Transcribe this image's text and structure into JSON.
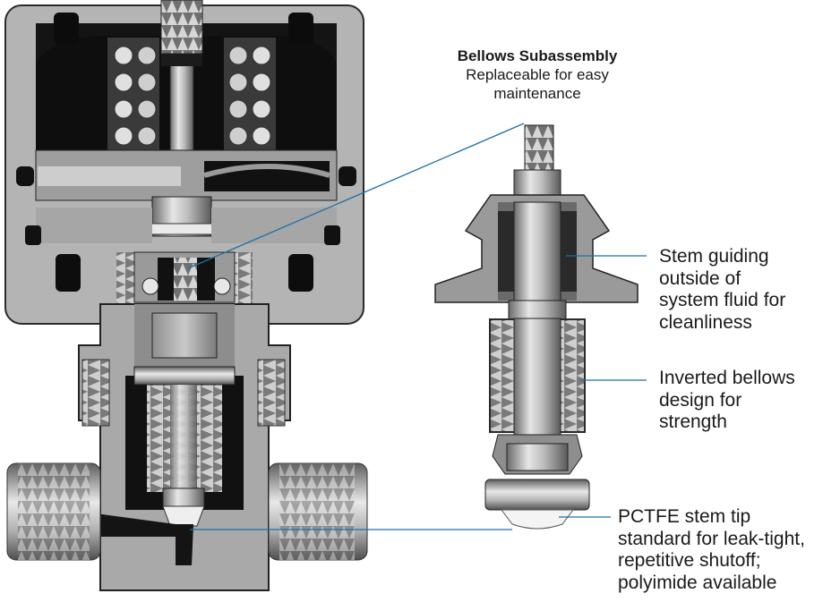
{
  "subassembly": {
    "title": "Bellows Subassembly",
    "subtitle_line1": "Replaceable for easy",
    "subtitle_line2": "maintenance"
  },
  "callouts": {
    "stem_guiding": [
      "Stem guiding",
      "outside of",
      "system fluid for",
      "cleanliness"
    ],
    "inverted_bellows": [
      "Inverted bellows",
      "design for",
      "strength"
    ],
    "stem_tip": [
      "PCTFE stem tip",
      "standard for leak-tight,",
      "repetitive shutoff;",
      "polyimide available"
    ]
  },
  "colors": {
    "leader_line": "#1f6fa8",
    "metal_dark": "#151515",
    "metal_mid": "#8a8a8a",
    "metal_light": "#d9d9d9",
    "stem_tip": "#f2f2f2"
  }
}
